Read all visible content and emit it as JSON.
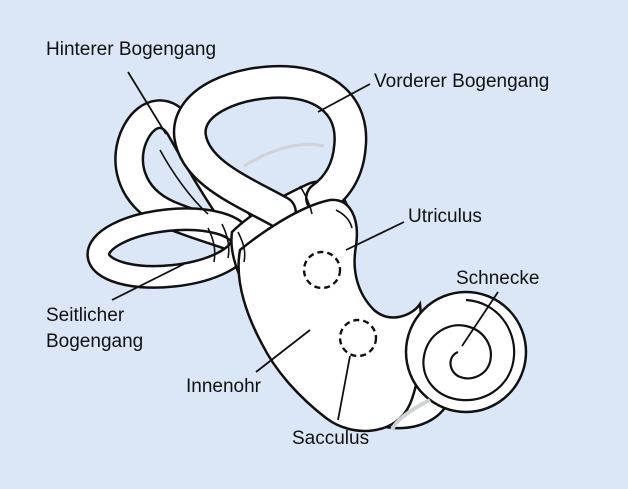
{
  "diagram": {
    "colors": {
      "background": "#dbe7f7",
      "organ_fill": "#ffffff",
      "outline": "#111111",
      "shading": "#cfd3d9"
    },
    "labels": {
      "hinterer": "Hinterer Bogengang",
      "vorderer": "Vorderer Bogengang",
      "utriculus": "Utriculus",
      "schnecke": "Schnecke",
      "seitlicher_line1": "Seitlicher",
      "seitlicher_line2": "Bogengang",
      "innenohr": "Innenohr",
      "sacculus": "Sacculus"
    }
  }
}
